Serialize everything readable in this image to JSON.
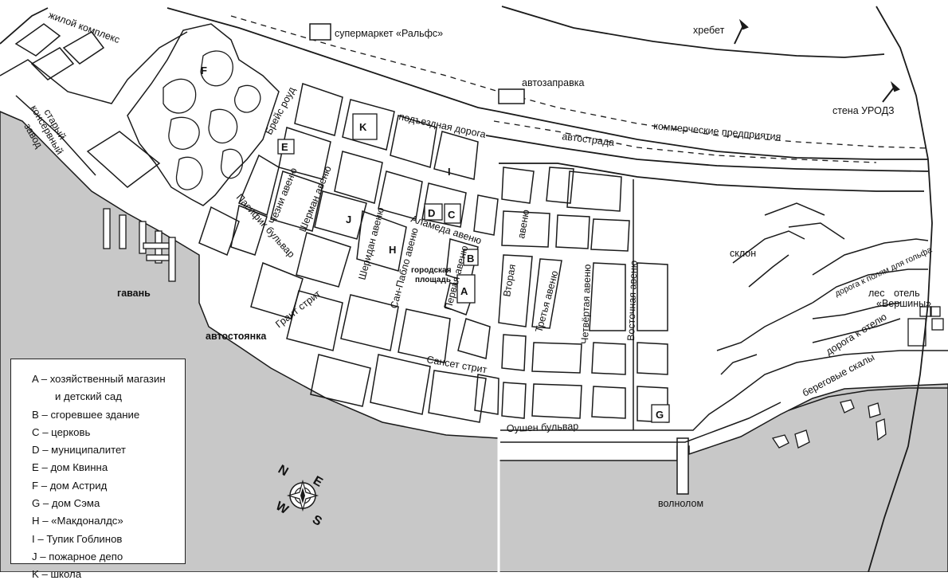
{
  "labels": {
    "residential": "жилой комплекс",
    "cannery_1": "старый",
    "cannery_2": "консервный",
    "cannery_3": "завод",
    "supermarket": "супермаркет «Ральфс»",
    "ridge": "хребет",
    "gas_station": "автозаправка",
    "wall": "стена УРОДЗ",
    "access_road": "подъездная дорога",
    "commercial": "коммерческие предприятия",
    "highway": "автострада",
    "braces_road": "Брейс роуд",
    "chesney": "Чезни авеню",
    "sherman": "Шерман авеню",
    "pacific": "Пасифик бульвар",
    "sheridan": "Шеридан авеню",
    "alameda": "Аламеда авеню",
    "san_pablo": "Сан-Пабло авеню",
    "town_square_1": "городская",
    "town_square_2": "площадь",
    "first_ave": "Первая авеню",
    "second_ave": "Вторая",
    "second_ave_2": "авеню",
    "third_ave": "Третья авеню",
    "fourth_ave": "Четвёртая авеню",
    "east_ave": "Восточная авеню",
    "grant": "Грант стрит",
    "harbor": "гавань",
    "parking": "автостоянка",
    "sunset": "Сансет стрит",
    "ocean": "Оушен бульвар",
    "breakwater": "волнолом",
    "slope": "склон",
    "golf_road": "дорога к полям для гольфа",
    "forest": "лес",
    "hotel_1": "отель",
    "hotel_2": "«Вершины»",
    "hotel_road": "дорога к отелю",
    "cliffs": "береговые скалы"
  },
  "letters": {
    "A": "A",
    "B": "B",
    "C": "C",
    "D": "D",
    "E": "E",
    "F": "F",
    "G": "G",
    "H": "H",
    "I": "I",
    "J": "J",
    "K": "K"
  },
  "compass": {
    "n": "N",
    "e": "E",
    "s": "S",
    "w": "W"
  },
  "legend": {
    "items": [
      {
        "text": "A – хозяйственный магазин"
      },
      {
        "text": "и детский сад"
      },
      {
        "text": "B – сгоревшее здание"
      },
      {
        "text": "C – церковь"
      },
      {
        "text": "D – муниципалитет"
      },
      {
        "text": "E – дом Квинна"
      },
      {
        "text": "F – дом Астрид"
      },
      {
        "text": "G – дом Сэма"
      },
      {
        "text": "H – «Макдоналдс»"
      },
      {
        "text": "I – Тупик Гоблинов"
      },
      {
        "text": "J – пожарное депо"
      },
      {
        "text": "K – школа"
      }
    ]
  },
  "colors": {
    "water": "#c8c8c8",
    "line": "#1a1a1a",
    "paper": "#ffffff"
  }
}
